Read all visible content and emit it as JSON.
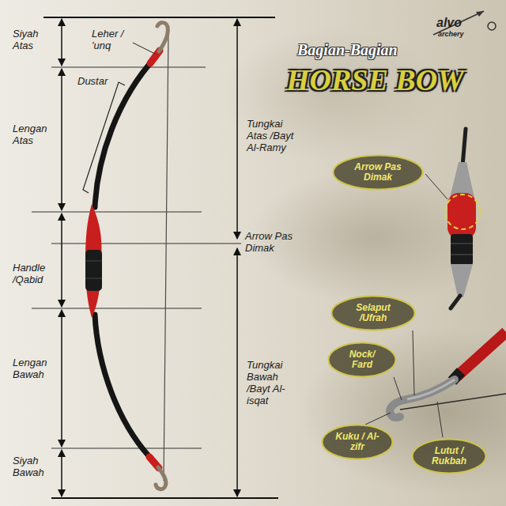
{
  "diagram": {
    "title": "HORSE BOW",
    "nodes": [
      {
        "text": [
          "Arrow Pas Dimak"
        ]
      },
      {
        "text": [
          "Selaput /Ufrah"
        ]
      },
      {
        "text": [
          "Nock/ Fard"
        ]
      },
      {
        "text": [
          "Kuku / Al-zifr"
        ]
      },
      {
        "text": [
          "Lutut / Rukbah"
        ]
      }
    ],
    "labels": [
      "Bagian-Bagian",
      "alvo",
      "archery",
      "Siyah Atas",
      "Leher / 'unq",
      "Dustar",
      "Lengan Atas",
      "Tungkai Atas /Bayt Al-Ramy",
      "Arrow Pas Dimak",
      "Handle /Qabid",
      "Lengan Bawah",
      "Tungkai Bawah /Bayt Al-isqat",
      "Siyah Bawah"
    ]
  }
}
